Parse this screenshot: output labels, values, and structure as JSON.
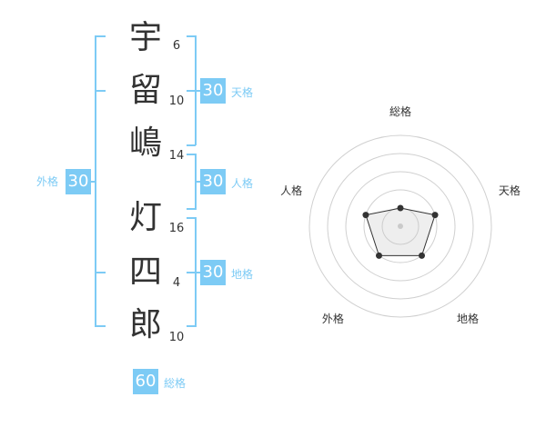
{
  "name": {
    "chars": [
      "宇",
      "留",
      "嶋",
      "灯",
      "四",
      "郎"
    ],
    "strokes": [
      "6",
      "10",
      "14",
      "16",
      "4",
      "10"
    ]
  },
  "kaku": {
    "tenkaku": {
      "label": "天格",
      "value": "30"
    },
    "jinkaku": {
      "label": "人格",
      "value": "30"
    },
    "chikaku": {
      "label": "地格",
      "value": "30"
    },
    "gaikaku": {
      "label": "外格",
      "value": "30"
    },
    "soukaku": {
      "label": "総格",
      "value": "60"
    }
  },
  "chart_data": {
    "type": "radar",
    "axes": [
      "総格",
      "天格",
      "地格",
      "外格",
      "人格"
    ],
    "values": [
      1,
      2,
      2,
      2,
      2
    ],
    "range": [
      0,
      5
    ],
    "rings": 5
  }
}
